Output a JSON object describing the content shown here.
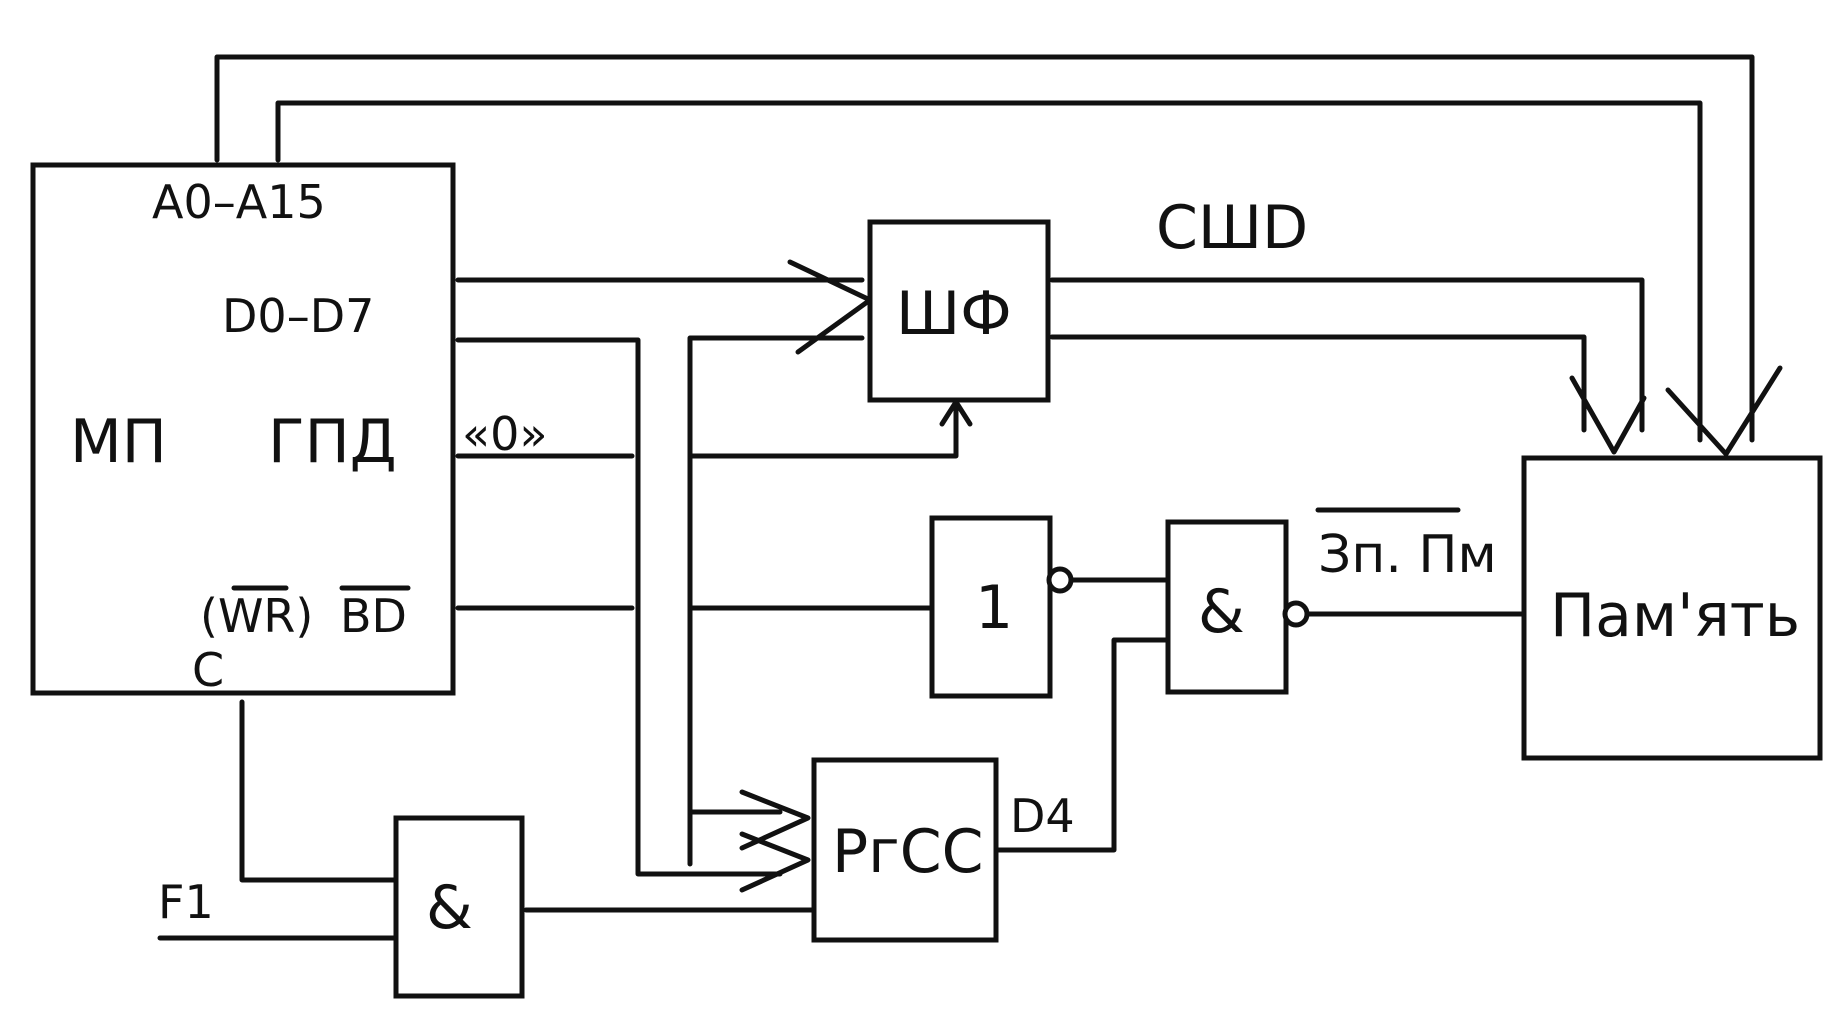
{
  "blocks": {
    "mp": "МП",
    "gpd": "ГПД",
    "sf": "ШФ",
    "not_gate": "1",
    "and_top": "&",
    "and_bottom": "&",
    "rgss": "РгСС",
    "memory": "Пам'ять"
  },
  "pins": {
    "address": "A0–A15",
    "data": "D0–D7",
    "zero": "«0»",
    "wr": "(WR)",
    "bd": "BD",
    "clock": "C"
  },
  "signals": {
    "data_bus": "СШD",
    "write_mem": "Зп. Пм",
    "d4": "D4",
    "f1": "F1"
  }
}
